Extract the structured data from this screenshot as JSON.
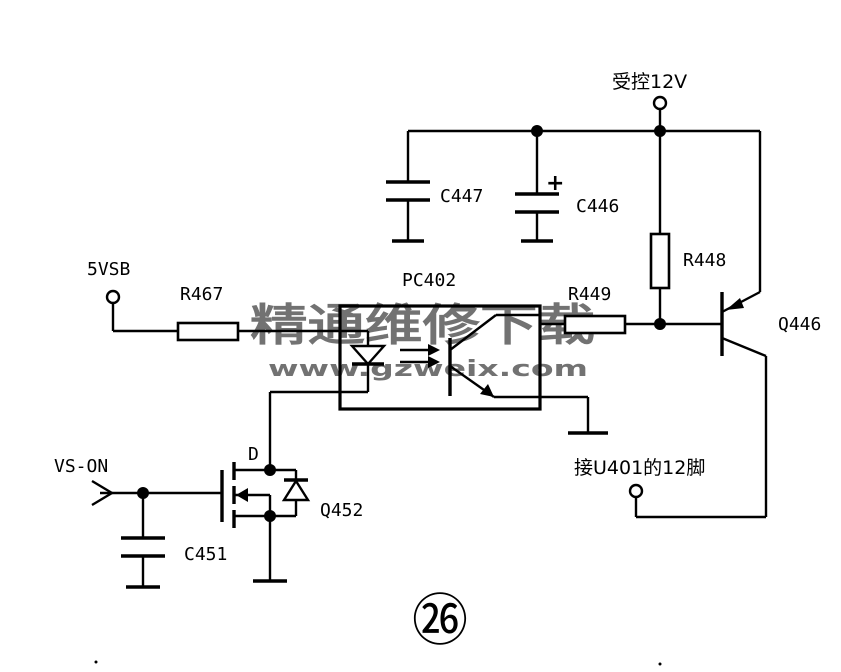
{
  "labels": {
    "controlled_12v": "受控12V",
    "c447": "C447",
    "c446": "C446",
    "c446_polarity": "+",
    "vsb": "5VSB",
    "r467": "R467",
    "pc402": "PC402",
    "r449": "R449",
    "r448": "R448",
    "q446": "Q446",
    "connect_u401": "接U401的12脚",
    "vs_on": "VS-ON",
    "drain_d": "D",
    "q452": "Q452",
    "c451": "C451",
    "figure_number": "㉖"
  },
  "watermark": {
    "text_cn": "精通维修下载",
    "url": "www.gzweix.com",
    "color": "#f08a6a"
  }
}
